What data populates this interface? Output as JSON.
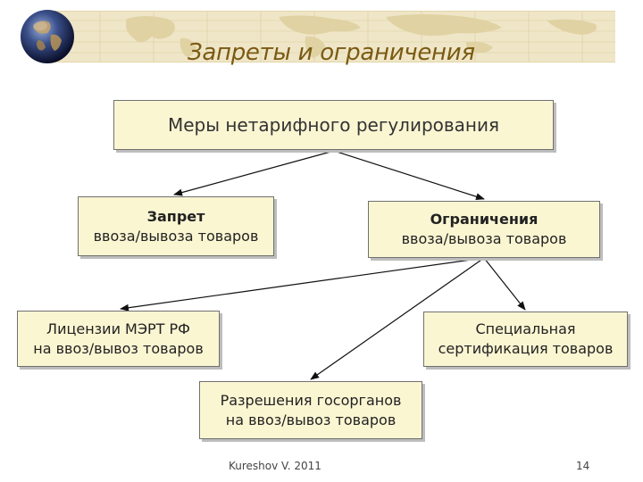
{
  "slide": {
    "title": "Запреты и ограничения",
    "main_box": "Меры нетарифного регулирования",
    "zapret": {
      "line1": "Запрет",
      "line2": "ввоза/вывоза товаров"
    },
    "ogranicheniya": {
      "line1": "Ограничения",
      "line2": "ввоза/вывоза товаров"
    },
    "licenzii": {
      "line1": "Лицензии МЭРТ РФ",
      "line2": "на ввоз/вывоз товаров"
    },
    "sertifikaciya": {
      "line1": "Специальная",
      "line2": "сертификация товаров"
    },
    "razresheniya": {
      "line1": "Разрешения госорганов",
      "line2": "на ввоз/вывоз товаров"
    },
    "footer_author": "Kureshov V. 2011",
    "footer_page": "14"
  },
  "colors": {
    "title": "#7a5a12",
    "box_fill": "#fbf6d2",
    "banner": "#efe6c8"
  },
  "icons": {
    "globe": "globe-icon",
    "banner": "world-map-banner"
  }
}
